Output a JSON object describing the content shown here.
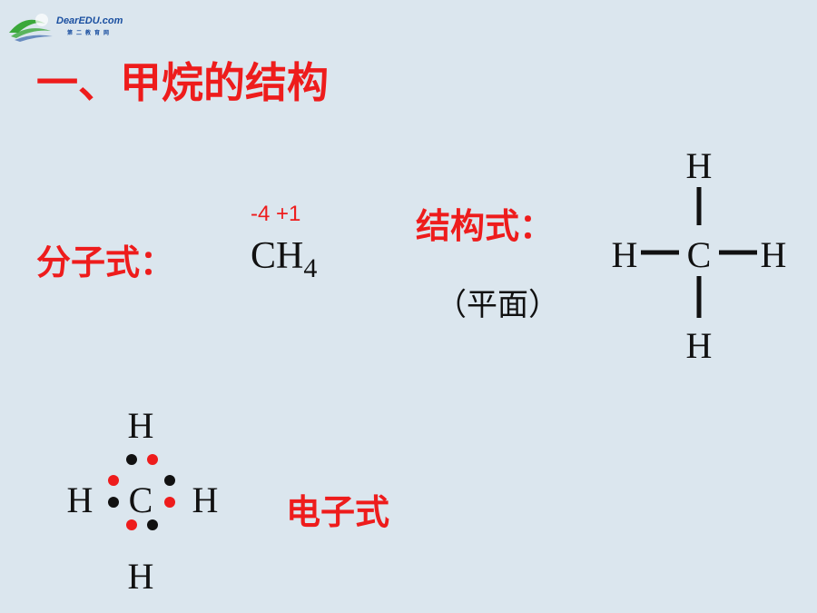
{
  "logo": {
    "text": "DearEDU.com",
    "subtext": "第二教育网",
    "colors": {
      "green": "#3aa83a",
      "blue": "#1a4fa0"
    }
  },
  "title": "一、甲烷的结构",
  "molecular_formula": {
    "label": "分子式：",
    "charge_c": "-4",
    "charge_h": "+1",
    "element_c": "C",
    "element_h": "H",
    "subscript": "4"
  },
  "structural_formula": {
    "label": "结构式：",
    "note": "（平面）",
    "center": "C",
    "top": "H",
    "bottom": "H",
    "left": "H",
    "right": "H"
  },
  "electron_formula": {
    "label": "电子式",
    "center": "C",
    "top": "H",
    "bottom": "H",
    "left": "H",
    "right": "H",
    "colors": {
      "carbon_electron": "#111111",
      "hydrogen_electron": "#ee1c1c"
    }
  },
  "colors": {
    "background": "#dbe6ee",
    "accent_red": "#ee1c1c",
    "text_black": "#111111"
  }
}
